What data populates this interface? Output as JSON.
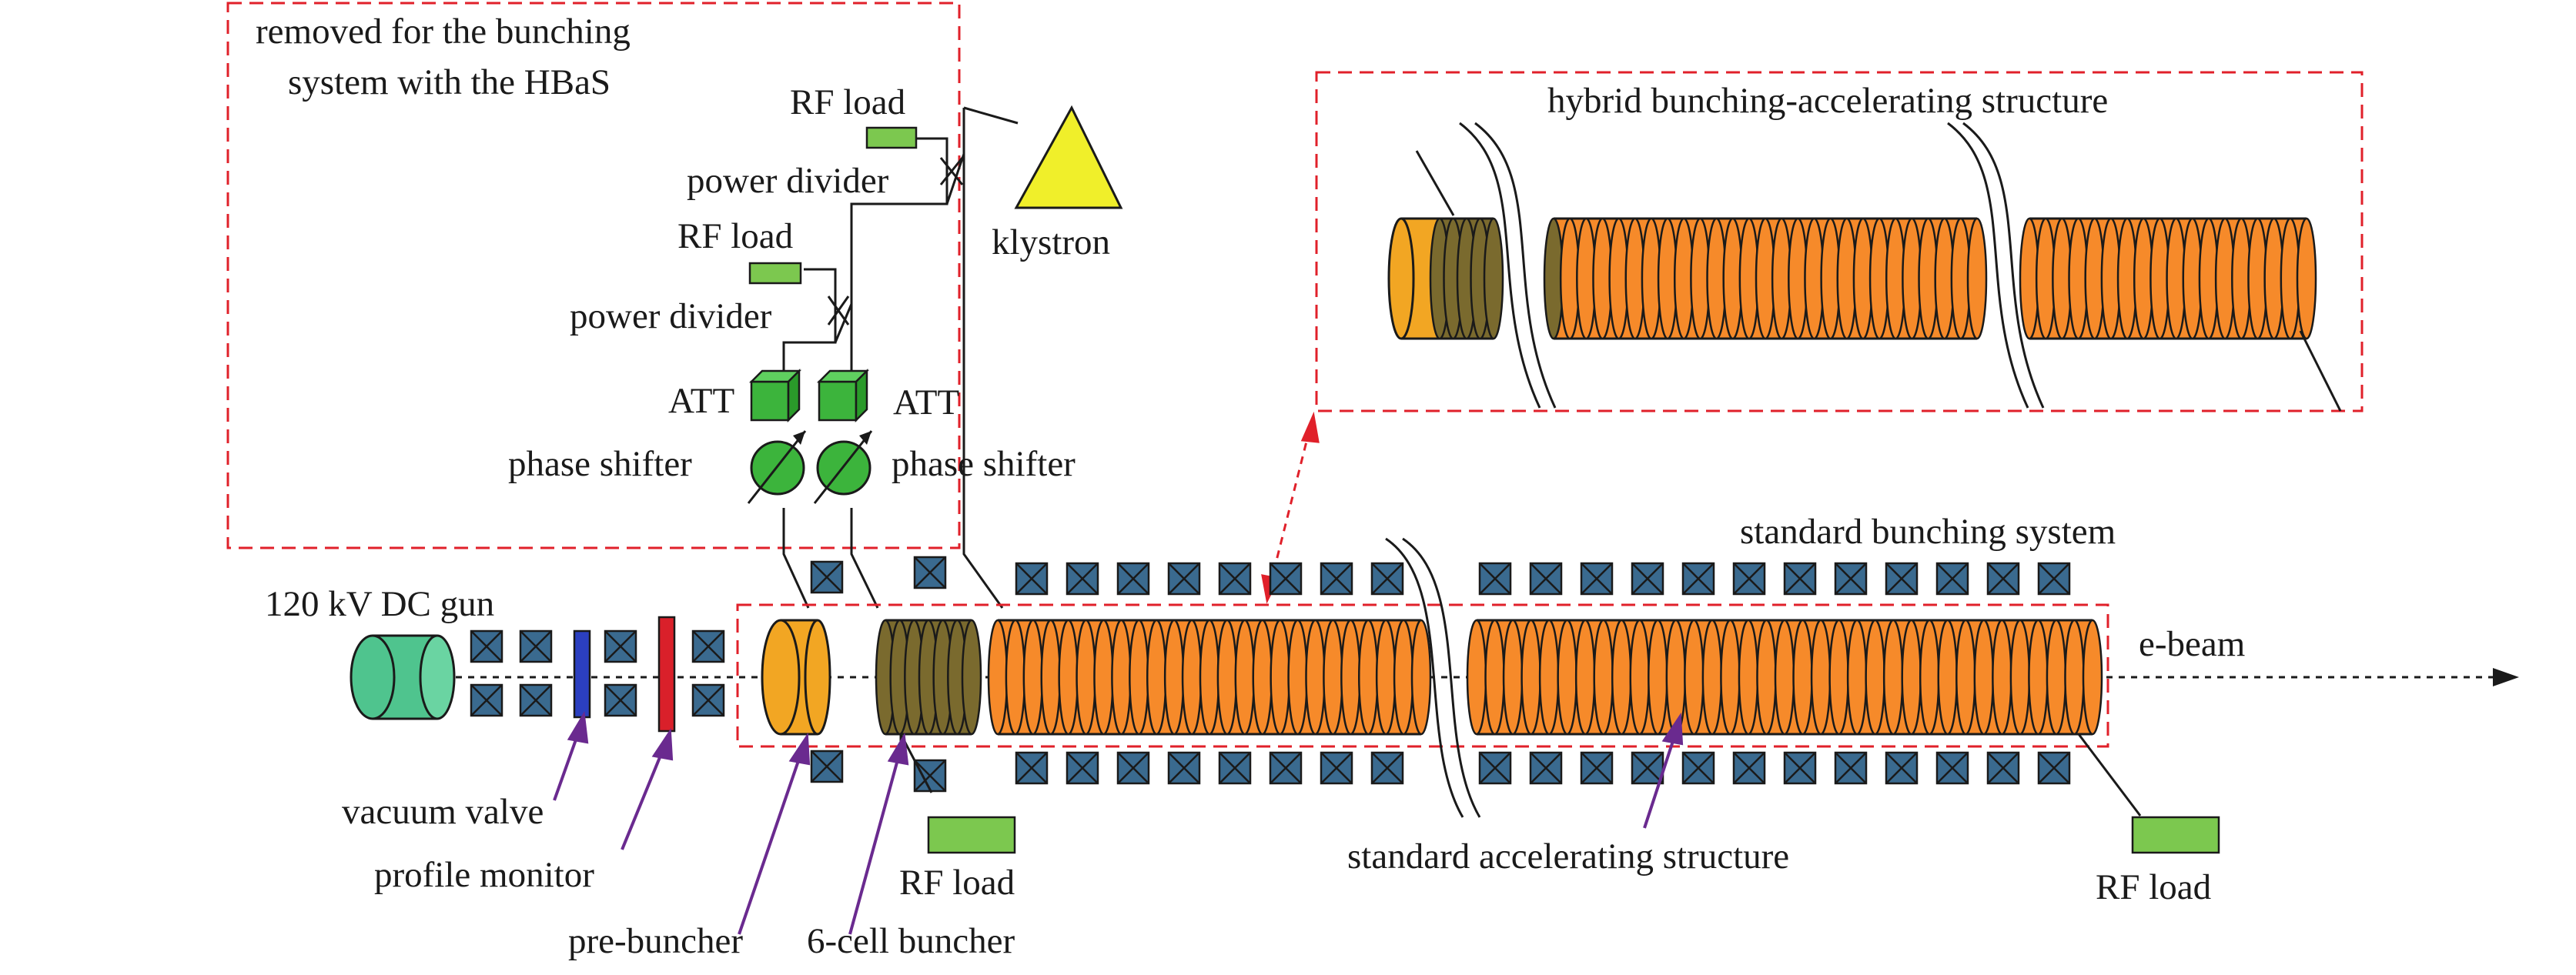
{
  "labels": {
    "removed_line1": "removed for the bunching",
    "removed_line2": "system with the HBaS",
    "rf_load_top": "RF load",
    "power_divider_top": "power divider",
    "klystron": "klystron",
    "rf_load_mid": "RF load",
    "power_divider_mid": "power divider",
    "att_left": "ATT",
    "att_right": "ATT",
    "phase_shifter_left": "phase shifter",
    "phase_shifter_right": "phase shifter",
    "hybrid_structure": "hybrid bunching-accelerating structure",
    "standard_bunching": "standard bunching system",
    "gun": "120 kV DC gun",
    "ebeam": "e-beam",
    "vacuum_valve": "vacuum valve",
    "profile_monitor": "profile monitor",
    "pre_buncher": "pre-buncher",
    "six_cell_buncher": "6-cell buncher",
    "rf_load_bottom": "RF load",
    "standard_accel": "standard accelerating structure",
    "rf_load_right": "RF load"
  },
  "colors": {
    "dashed_box": "#e0202a",
    "klystron": "#f0ef2a",
    "rf_load": "#7cc84f",
    "att": "#3cb43c",
    "phase_shifter": "#3cb43c",
    "gun": "#4fc48e",
    "solenoid": "#3a6a8f",
    "vacuum_valve": "#2b3fc0",
    "profile_monitor": "#d9202a",
    "pre_buncher": "#f2a623",
    "buncher": "#7a6a2e",
    "accel": "#f68a2a",
    "pointer_arrow": "#6a2a8f"
  },
  "icons": {
    "att": "cube-icon",
    "phase_shifter": "variable-circle-icon",
    "klystron": "triangle-icon",
    "solenoid": "crossed-square-icon"
  }
}
